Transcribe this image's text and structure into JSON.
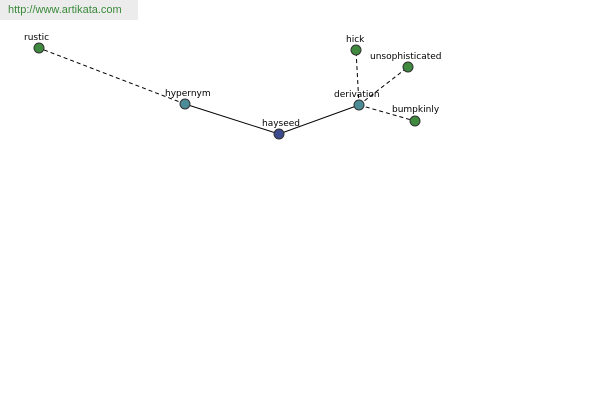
{
  "watermark": "http://www.artikata.com",
  "colors": {
    "center": "#3b4a8c",
    "relation": "#4b8c96",
    "leaf": "#3f8a3f"
  },
  "nodes": {
    "hayseed": "hayseed",
    "hypernym": "hypernym",
    "derivation": "derivation",
    "rustic": "rustic",
    "hick": "hick",
    "unsophisticated": "unsophisticated",
    "bumpkinly": "bumpkinly"
  }
}
